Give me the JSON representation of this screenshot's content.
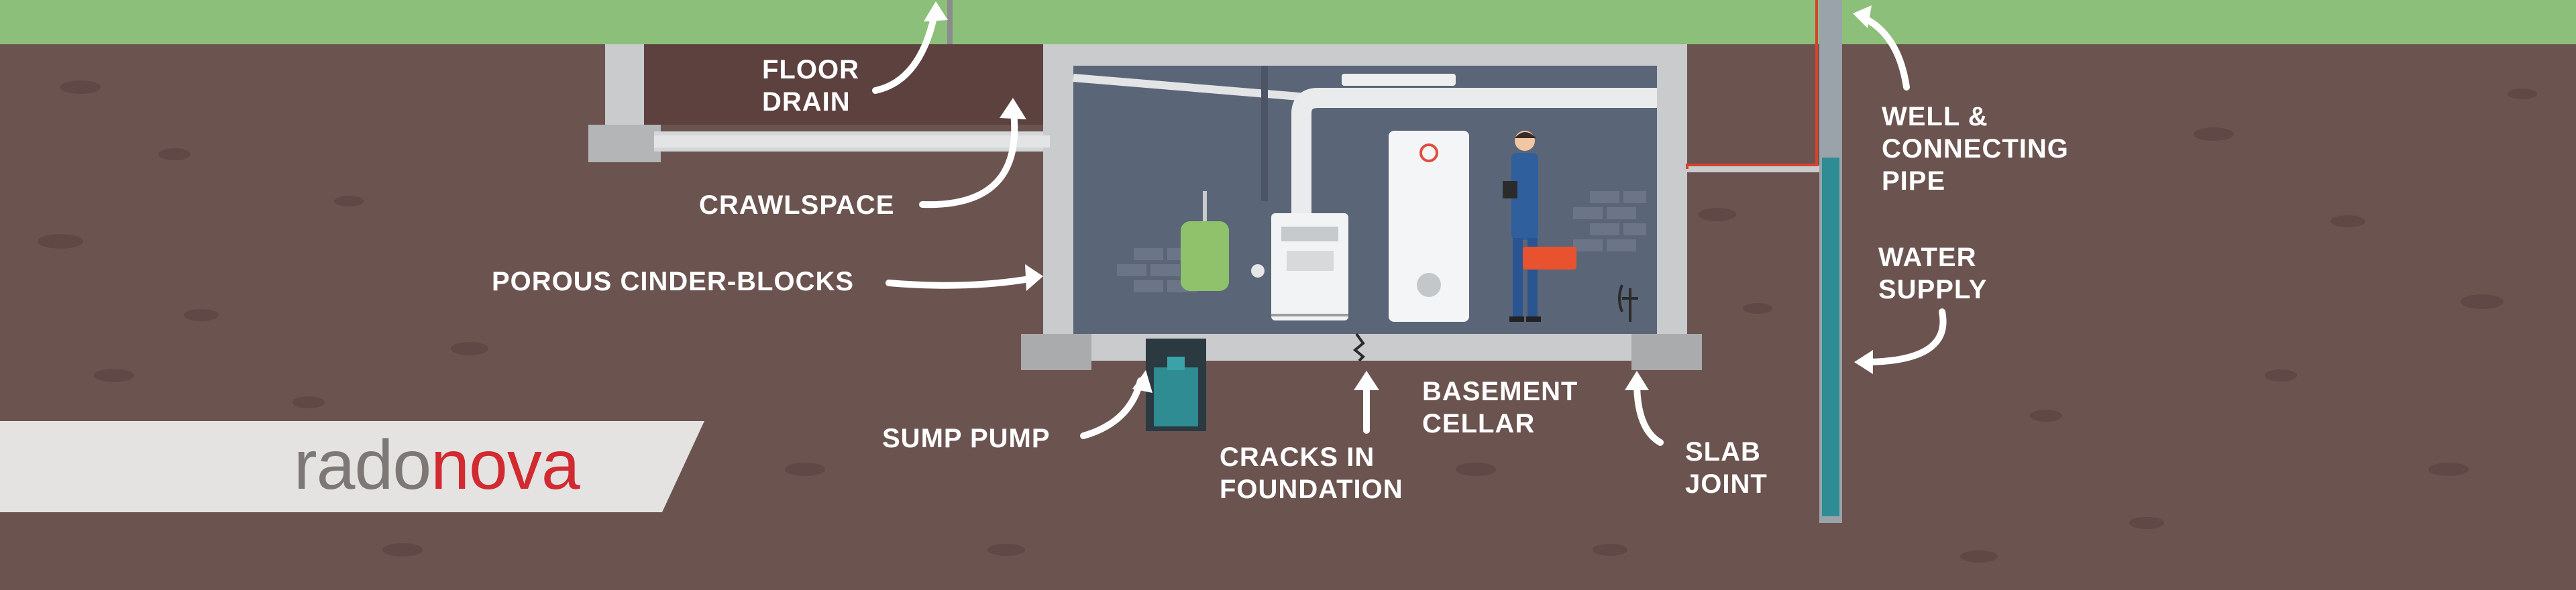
{
  "labels": {
    "floor_drain": "FLOOR\nDRAIN",
    "crawlspace": "CRAWLSPACE",
    "porous_cinder_blocks": "POROUS CINDER-BLOCKS",
    "sump_pump": "SUMP PUMP",
    "cracks_in_foundation": "CRACKS IN\nFOUNDATION",
    "basement_cellar": "BASEMENT\nCELLAR",
    "slab_joint": "SLAB\nJOINT",
    "well_connecting_pipe": "WELL &\nCONNECTING\nPIPE",
    "water_supply": "WATER\nSUPPLY"
  },
  "logo": {
    "part1": "rado",
    "part2": "nova"
  },
  "colors": {
    "grass": "#8cc07a",
    "soil": "#6b5350",
    "basement_wall": "#5b6578",
    "concrete": "#c9cbcd",
    "well_pipe": "#2f8c93",
    "logo_gray": "#7d7775",
    "logo_red": "#d12a30"
  }
}
